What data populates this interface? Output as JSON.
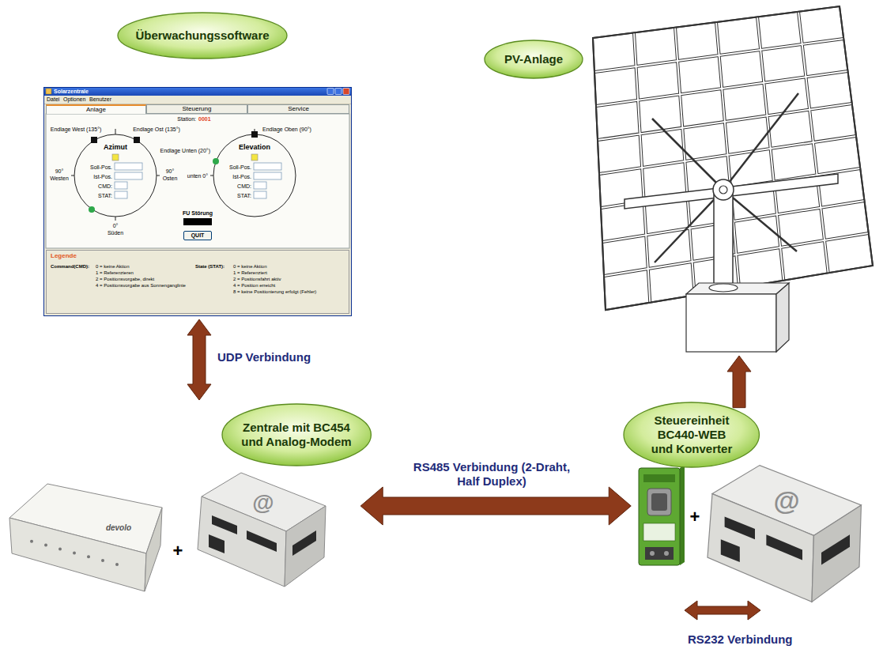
{
  "diagram": {
    "nodes": [
      {
        "text": [
          "Überwachungssoftware"
        ]
      },
      {
        "text": [
          "PV-Anlage"
        ]
      },
      {
        "text": [
          "Solarzentrale"
        ]
      },
      {
        "text": [
          "Anlage"
        ],
        "in": 2
      },
      {
        "text": [
          "Steuerung"
        ],
        "in": 2
      },
      {
        "text": [
          "Service"
        ],
        "in": 2
      },
      {
        "text": [
          "QUIT"
        ],
        "in": 2
      },
      {
        "text": [
          "Legende",
          "Command(CMD):",
          "0 = keine Aktion",
          "1 = Referenzieren",
          "2 = Positionsvorgabe, direkt",
          "4 = Positionsvorgabe aus Sonnenganglinie",
          "State (STAT):",
          "0 = keine Aktion",
          "1 = Referenziert",
          "2 = Positionsfahrt aktiv",
          "4 = Position erreicht",
          "8 = keine Positionierung erfolgt (Fehler)"
        ],
        "in": 2
      },
      {
        "text": [
          "Zentrale mit BC454 und Analog-Modem"
        ]
      },
      {
        "text": [
          "Steuereinheit BC440-WEB und Konverter"
        ]
      }
    ],
    "edges": [
      {
        "from": 2,
        "to": 8,
        "arrow": "both",
        "label": "UDP Verbindung"
      },
      {
        "from": 8,
        "to": 9,
        "arrow": "both",
        "label": "RS485 Verbindung (2-Draht, Half Duplex)"
      },
      {
        "from": 9,
        "to": 1,
        "arrow": "to"
      }
    ],
    "labels": [
      "Datei",
      "Optionen",
      "Benutzer",
      "Station:",
      "0001",
      "Endlage West (135°)",
      "Endlage Ost (135°)",
      "Endlage Oben (90°)",
      "Azimut",
      "Elevation",
      "Endlage Unten (20°)",
      "90° Westen",
      "Soll-Pos.",
      "Ist-Pos.",
      "90° Osten",
      "unten 0°",
      "Soll-Pos.",
      "Ist-Pos.",
      "CMD:",
      "STAT:",
      "CMD:",
      "STAT:",
      "0° Süden",
      "FU Störung",
      "devolo",
      "+",
      "@",
      "+",
      "@",
      "RS232 Verbindung"
    ]
  }
}
